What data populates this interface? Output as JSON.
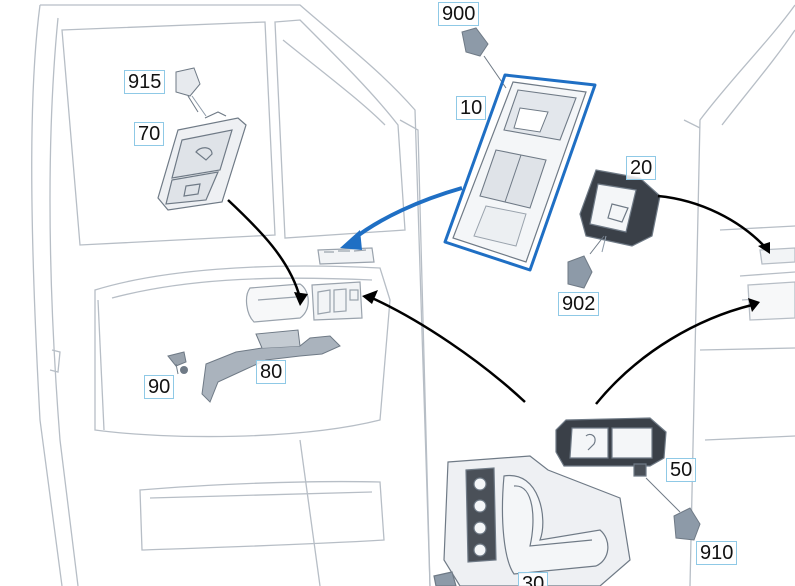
{
  "callouts": {
    "c900": "900",
    "c915": "915",
    "c70": "70",
    "c10": "10",
    "c20": "20",
    "c902": "902",
    "c90": "90",
    "c80": "80",
    "c50": "50",
    "c910": "910",
    "c30": "30"
  },
  "colors": {
    "line": "#9aa3ad",
    "part_fill": "#f2f4f6",
    "connector": "#8d9aa8",
    "highlight": "#1f6fc4",
    "arrow": "#000000",
    "label_border": "#8fc9e6"
  }
}
